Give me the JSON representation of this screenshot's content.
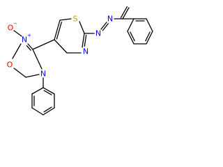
{
  "molecule": {
    "atoms": [
      {
        "id": "n_ox",
        "symbol": "N",
        "charge": "+",
        "color": "#0000ff"
      },
      {
        "id": "o_minus",
        "symbol": "O",
        "charge": "−",
        "color": "#ff0000"
      },
      {
        "id": "o_ring",
        "symbol": "O",
        "charge": "",
        "color": "#ff0000"
      },
      {
        "id": "n_ring",
        "symbol": "N",
        "charge": "",
        "color": "#0000ff"
      },
      {
        "id": "s_thiazole",
        "symbol": "S",
        "charge": "",
        "color": "#b8a400"
      },
      {
        "id": "n_thiazole",
        "symbol": "N",
        "charge": "",
        "color": "#0000ff"
      },
      {
        "id": "n_azo1",
        "symbol": "N",
        "charge": "",
        "color": "#0000ff"
      },
      {
        "id": "n_azo2",
        "symbol": "N",
        "charge": "",
        "color": "#0000ff"
      }
    ]
  }
}
